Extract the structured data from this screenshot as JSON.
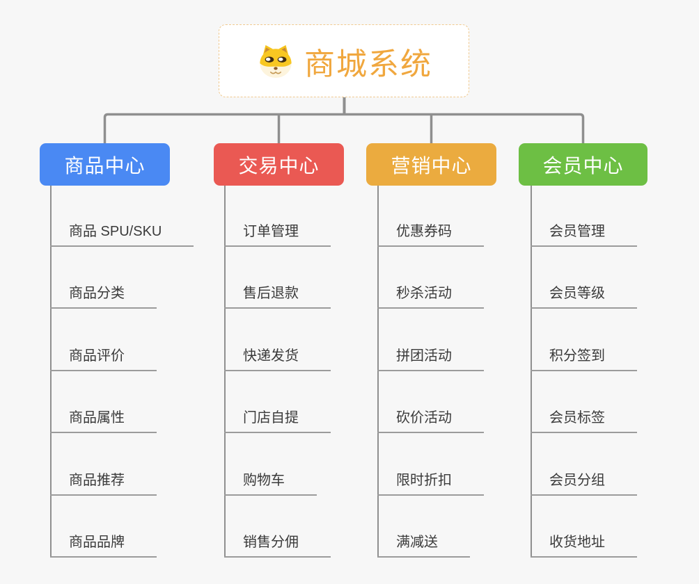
{
  "app": {
    "background_color": "#f7f7f7",
    "connector_color": "#8f8f8f",
    "underline_color": "#9b9b9b"
  },
  "root": {
    "title": "商城系统",
    "icon": "doge-icon",
    "text_color": "#f0a73e",
    "border_color": "#f0c98f"
  },
  "branches": [
    {
      "label": "商品中心",
      "color": "#4a89f3",
      "items": [
        "商品 SPU/SKU",
        "商品分类",
        "商品评价",
        "商品属性",
        "商品推荐",
        "商品品牌"
      ]
    },
    {
      "label": "交易中心",
      "color": "#ea5953",
      "items": [
        "订单管理",
        "售后退款",
        "快递发货",
        "门店自提",
        "购物车",
        "销售分佣"
      ]
    },
    {
      "label": "营销中心",
      "color": "#ebab3f",
      "items": [
        "优惠券码",
        "秒杀活动",
        "拼团活动",
        "砍价活动",
        "限时折扣",
        "满减送"
      ]
    },
    {
      "label": "会员中心",
      "color": "#6dbf44",
      "items": [
        "会员管理",
        "会员等级",
        "积分签到",
        "会员标签",
        "会员分组",
        "收货地址"
      ]
    }
  ]
}
